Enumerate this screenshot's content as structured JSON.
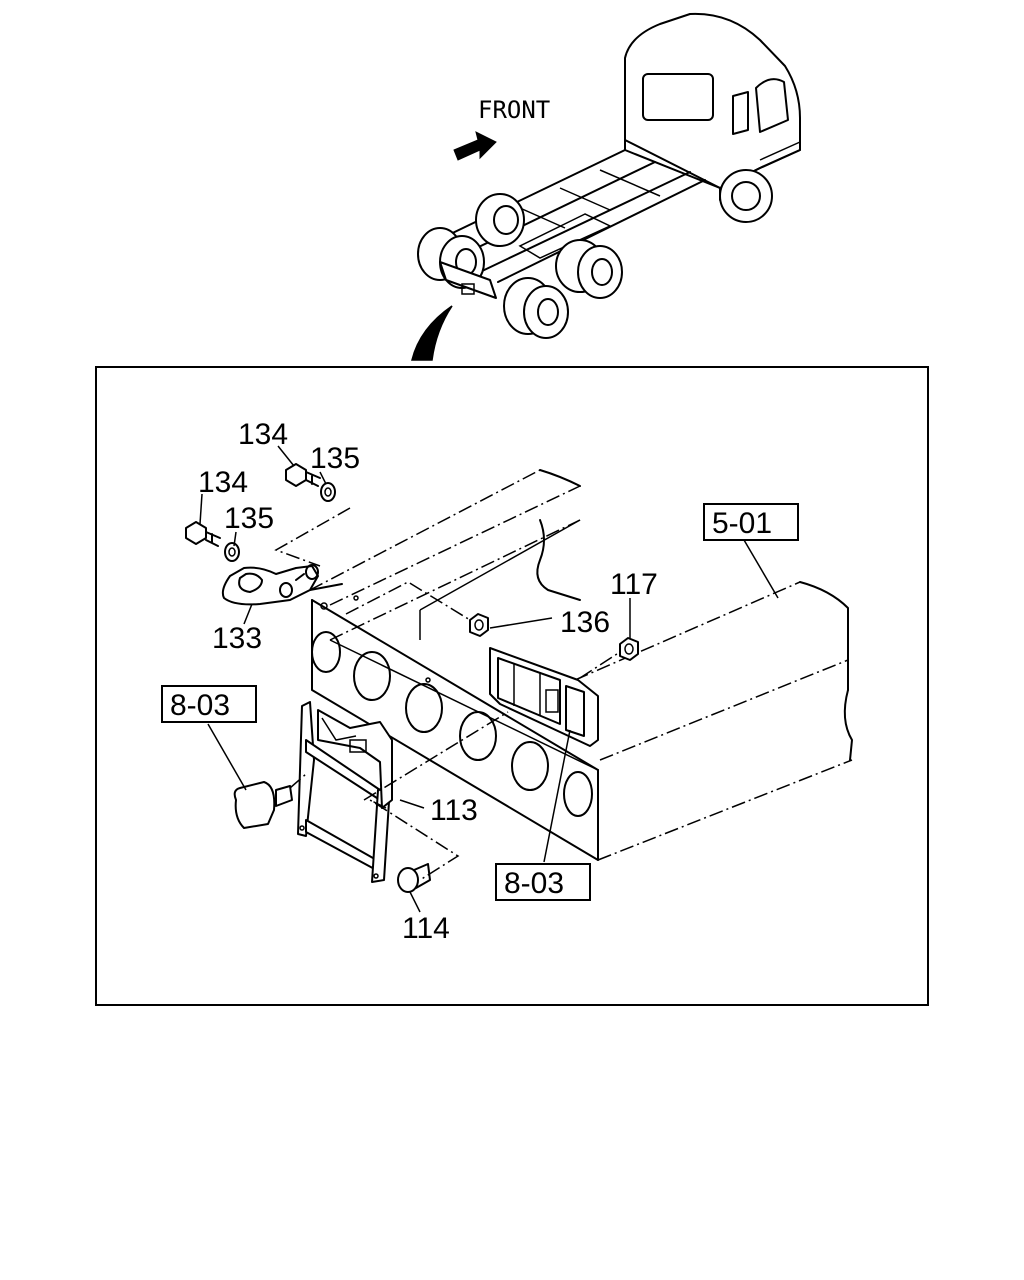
{
  "front_label": "FRONT",
  "callouts": {
    "c134a": "134",
    "c134b": "134",
    "c135a": "135",
    "c135b": "135",
    "c133": "133",
    "c136": "136",
    "c117": "117",
    "c113": "113",
    "c114": "114"
  },
  "ref_boxes": {
    "r501": "5-01",
    "r803a": "8-03",
    "r803b": "8-03"
  }
}
